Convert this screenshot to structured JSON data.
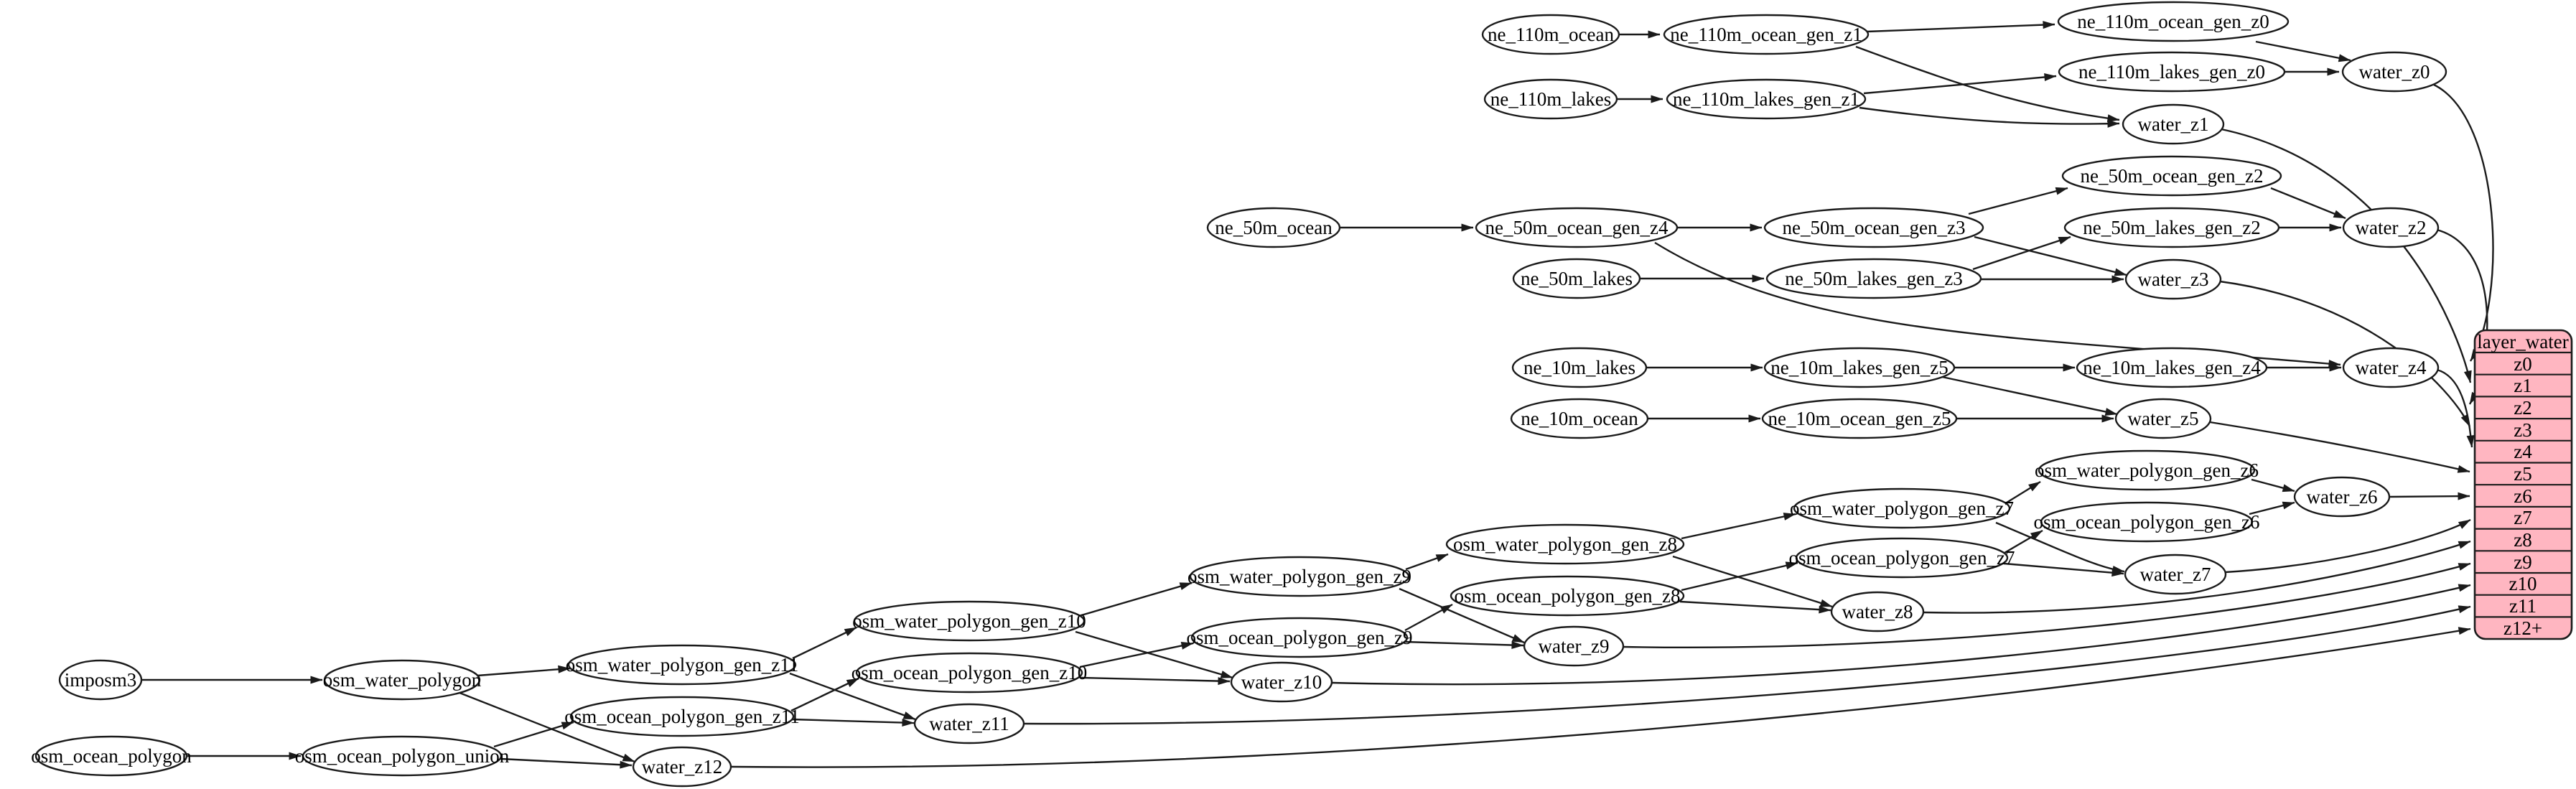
{
  "diagram": {
    "background_color": "#ffffff",
    "edge_color": "#1a1a1a",
    "node_fill": "#ffffff",
    "node_stroke": "#1a1a1a"
  },
  "nodes": {
    "ne_110m_ocean": {
      "label": "ne_110m_ocean"
    },
    "ne_110m_ocean_gen_z1": {
      "label": "ne_110m_ocean_gen_z1"
    },
    "ne_110m_ocean_gen_z0": {
      "label": "ne_110m_ocean_gen_z0"
    },
    "ne_110m_lakes": {
      "label": "ne_110m_lakes"
    },
    "ne_110m_lakes_gen_z1": {
      "label": "ne_110m_lakes_gen_z1"
    },
    "ne_110m_lakes_gen_z0": {
      "label": "ne_110m_lakes_gen_z0"
    },
    "water_z0": {
      "label": "water_z0"
    },
    "water_z1": {
      "label": "water_z1"
    },
    "ne_50m_ocean": {
      "label": "ne_50m_ocean"
    },
    "ne_50m_ocean_gen_z4": {
      "label": "ne_50m_ocean_gen_z4"
    },
    "ne_50m_ocean_gen_z3": {
      "label": "ne_50m_ocean_gen_z3"
    },
    "ne_50m_ocean_gen_z2": {
      "label": "ne_50m_ocean_gen_z2"
    },
    "ne_50m_lakes": {
      "label": "ne_50m_lakes"
    },
    "ne_50m_lakes_gen_z3": {
      "label": "ne_50m_lakes_gen_z3"
    },
    "ne_50m_lakes_gen_z2": {
      "label": "ne_50m_lakes_gen_z2"
    },
    "water_z2": {
      "label": "water_z2"
    },
    "water_z3": {
      "label": "water_z3"
    },
    "ne_10m_lakes": {
      "label": "ne_10m_lakes"
    },
    "ne_10m_lakes_gen_z5": {
      "label": "ne_10m_lakes_gen_z5"
    },
    "ne_10m_lakes_gen_z4": {
      "label": "ne_10m_lakes_gen_z4"
    },
    "ne_10m_ocean": {
      "label": "ne_10m_ocean"
    },
    "ne_10m_ocean_gen_z5": {
      "label": "ne_10m_ocean_gen_z5"
    },
    "water_z4": {
      "label": "water_z4"
    },
    "water_z5": {
      "label": "water_z5"
    },
    "imposm3": {
      "label": "imposm3"
    },
    "osm_water_polygon": {
      "label": "osm_water_polygon"
    },
    "osm_ocean_polygon": {
      "label": "osm_ocean_polygon"
    },
    "osm_ocean_polygon_union": {
      "label": "osm_ocean_polygon_union"
    },
    "osm_water_polygon_gen_z11": {
      "label": "osm_water_polygon_gen_z11"
    },
    "osm_ocean_polygon_gen_z11": {
      "label": "osm_ocean_polygon_gen_z11"
    },
    "water_z12": {
      "label": "water_z12"
    },
    "osm_water_polygon_gen_z10": {
      "label": "osm_water_polygon_gen_z10"
    },
    "osm_ocean_polygon_gen_z10": {
      "label": "osm_ocean_polygon_gen_z10"
    },
    "water_z11": {
      "label": "water_z11"
    },
    "osm_water_polygon_gen_z9": {
      "label": "osm_water_polygon_gen_z9"
    },
    "osm_ocean_polygon_gen_z9": {
      "label": "osm_ocean_polygon_gen_z9"
    },
    "water_z10": {
      "label": "water_z10"
    },
    "osm_water_polygon_gen_z8": {
      "label": "osm_water_polygon_gen_z8"
    },
    "osm_ocean_polygon_gen_z8": {
      "label": "osm_ocean_polygon_gen_z8"
    },
    "water_z9": {
      "label": "water_z9"
    },
    "osm_water_polygon_gen_z7": {
      "label": "osm_water_polygon_gen_z7"
    },
    "osm_ocean_polygon_gen_z7": {
      "label": "osm_ocean_polygon_gen_z7"
    },
    "water_z8": {
      "label": "water_z8"
    },
    "osm_water_polygon_gen_z6": {
      "label": "osm_water_polygon_gen_z6"
    },
    "osm_ocean_polygon_gen_z6": {
      "label": "osm_ocean_polygon_gen_z6"
    },
    "water_z7": {
      "label": "water_z7"
    },
    "water_z6": {
      "label": "water_z6"
    }
  },
  "table": {
    "title": "layer_water",
    "rows": [
      "z0",
      "z1",
      "z2",
      "z3",
      "z4",
      "z5",
      "z6",
      "z7",
      "z8",
      "z9",
      "z10",
      "z11",
      "z12+"
    ],
    "fill_color": "#ffb6c1",
    "border_color": "#1c1c1c"
  }
}
